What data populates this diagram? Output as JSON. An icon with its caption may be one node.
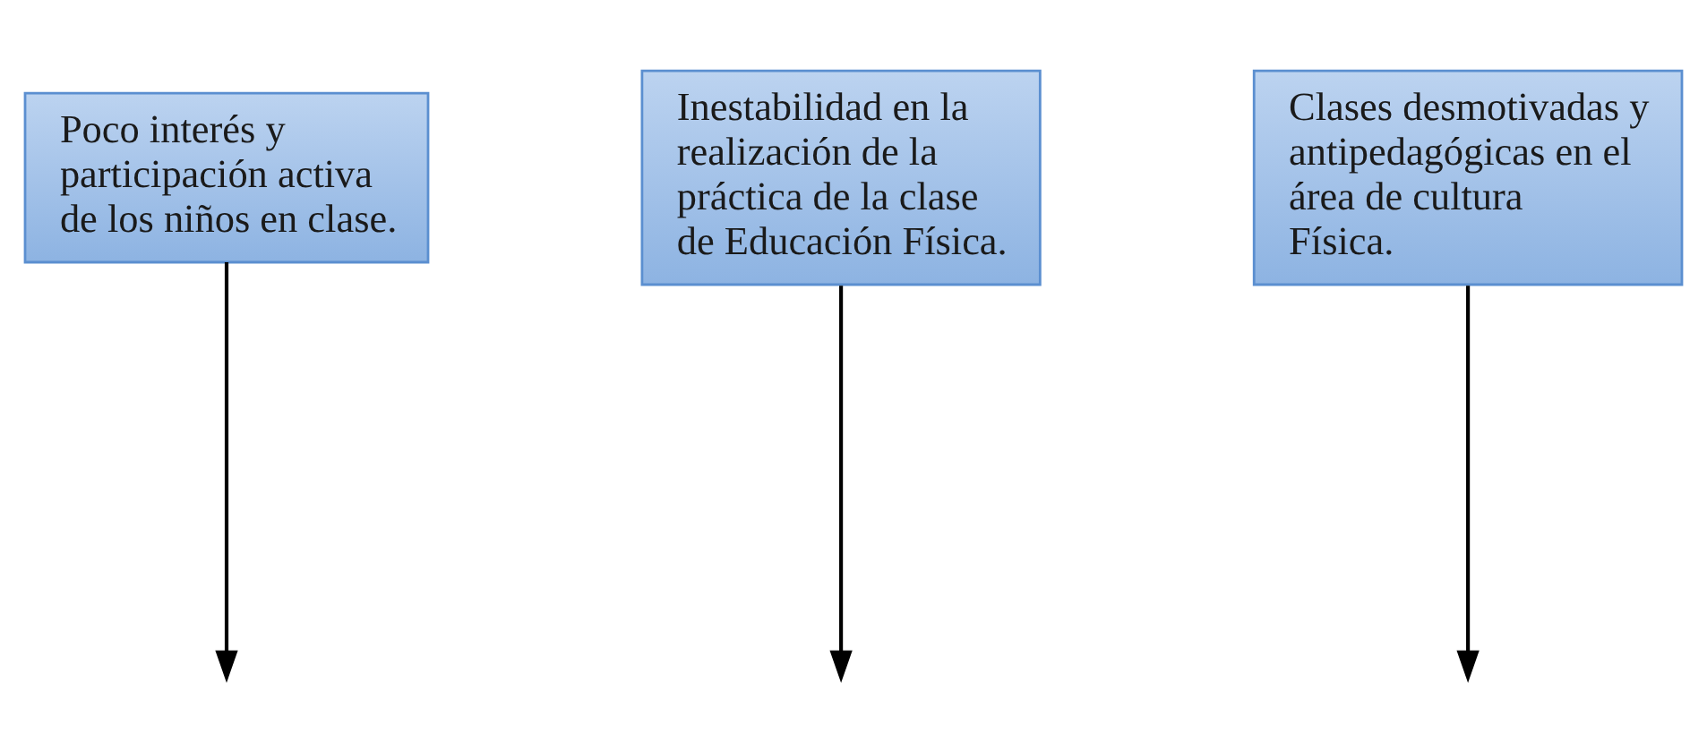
{
  "diagram": {
    "nodes": [
      {
        "text": [
          "Poco interés y participación activa de los niños en clase."
        ]
      },
      {
        "text": [
          "Inestabilidad en la realización de la práctica de la clase de Educación Física."
        ]
      },
      {
        "text": [
          "Clases desmotivadas y antipedagógicas en el área de cultura Física."
        ]
      }
    ],
    "edges": [
      {
        "from": 0,
        "to": null,
        "arrow": "to"
      },
      {
        "from": 1,
        "to": null,
        "arrow": "to"
      },
      {
        "from": 2,
        "to": null,
        "arrow": "to"
      }
    ]
  }
}
